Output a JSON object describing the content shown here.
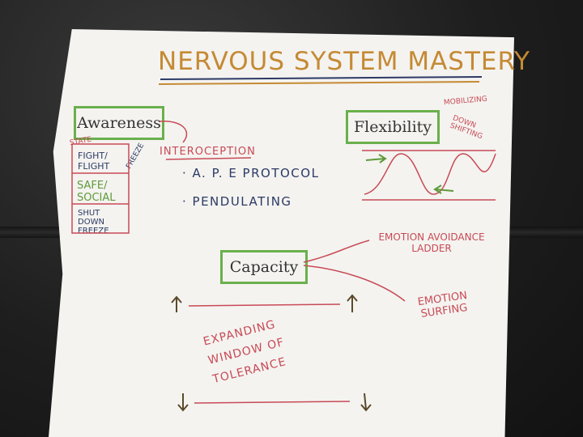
{
  "title": "NERVOUS SYSTEM MASTERY",
  "awareness": {
    "label": "Awareness",
    "state_label": "STATE",
    "states": [
      "FIGHT/ FLIGHT",
      "FREEZE",
      "SAFE/ SOCIAL",
      "SHUT DOWN FREEZE"
    ]
  },
  "interoception": {
    "heading": "INTEROCEPTION",
    "items": [
      "· A. P. E PROTOCOL",
      "· PENDULATING"
    ]
  },
  "flexibility": {
    "label": "Flexibility",
    "notes": [
      "MOBILIZING",
      "DOWN SHIFTING"
    ]
  },
  "capacity": {
    "label": "Capacity",
    "branches": [
      "EMOTION AVOIDANCE LADDER",
      "EMOTION SURFING"
    ],
    "window": "EXPANDING WINDOW OF TOLERANCE"
  },
  "colors": {
    "box_border": "#6ab04c",
    "marker_red": "#c84a55",
    "marker_blue": "#2c3a66",
    "marker_orange": "#c58a34",
    "marker_green": "#5f9a3a"
  }
}
